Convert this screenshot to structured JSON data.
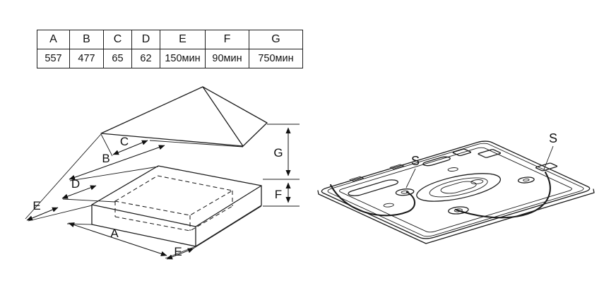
{
  "table": {
    "headers": [
      "A",
      "B",
      "C",
      "D",
      "E",
      "F",
      "G"
    ],
    "values": [
      "557",
      "477",
      "65",
      "62",
      "150мин",
      "90мин",
      "750мин"
    ]
  },
  "dims": {
    "A": "A",
    "B": "B",
    "C": "C",
    "D": "D",
    "E_left": "E",
    "E_bottom": "E",
    "F": "F",
    "G": "G"
  },
  "right_view": {
    "s_top": "S",
    "s_right": "S"
  },
  "colors": {
    "line": "#1c1c1c",
    "background": "#ffffff"
  }
}
